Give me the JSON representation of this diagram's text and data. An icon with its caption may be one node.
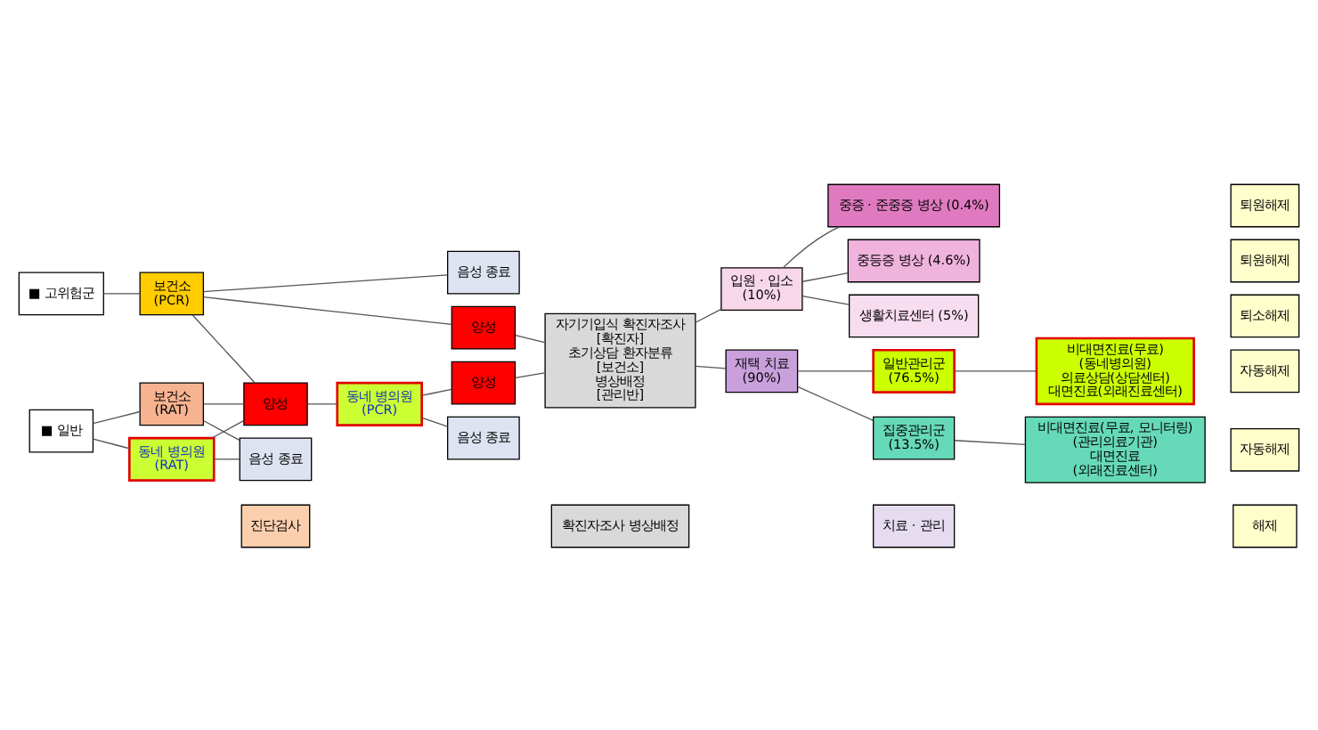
{
  "diagram": {
    "nodes": [
      {
        "text": [
          "진단검사"
        ]
      },
      {
        "text": [
          "확진자조사 병상배정"
        ]
      },
      {
        "text": [
          "치료 · 관리"
        ]
      },
      {
        "text": [
          "해제"
        ]
      },
      {
        "text": [
          "■ 고위험군"
        ]
      },
      {
        "text": [
          "■ 일반"
        ]
      },
      {
        "text": [
          "보건소",
          "(PCR)"
        ]
      },
      {
        "text": [
          "보건소",
          "(RAT)"
        ]
      },
      {
        "text": [
          "동네 병의원",
          "(RAT)"
        ]
      },
      {
        "text": [
          "양성"
        ]
      },
      {
        "text": [
          "음성 종료"
        ]
      },
      {
        "text": [
          "양성"
        ]
      },
      {
        "text": [
          "양성"
        ]
      },
      {
        "text": [
          "음성 종료"
        ]
      },
      {
        "text": [
          "동네 병의원",
          "(PCR)"
        ]
      },
      {
        "text": [
          "음성 종료"
        ]
      },
      {
        "text": [
          "자기기입식 확진자조사",
          "[확진자]",
          "초기상담 환자분류",
          "[보건소]",
          "병상배정",
          "[관리반]"
        ]
      },
      {
        "text": [
          "입원 · 입소",
          "(10%)"
        ]
      },
      {
        "text": [
          "재택 치료",
          "(90%)"
        ]
      },
      {
        "text": [
          "중증 · 준중증 병상 (0.4%)"
        ]
      },
      {
        "text": [
          "중등증 병상 (4.6%)"
        ]
      },
      {
        "text": [
          "생활치료센터 (5%)"
        ]
      },
      {
        "text": [
          "집중관리군",
          "(13.5%)"
        ]
      },
      {
        "text": [
          "비대면진료(무료, 모니터링)",
          "(관리의료기관)",
          "대면진료",
          "(외래진료센터)"
        ]
      },
      {
        "text": [
          "일반관리군",
          "(76.5%)"
        ]
      },
      {
        "text": [
          "비대면진료(무료)",
          "(동네병의원)",
          "의료상담(상담센터)",
          "대면진료(외래진료센터)"
        ]
      },
      {
        "text": [
          "퇴원해제"
        ]
      },
      {
        "text": [
          "퇴원해제"
        ]
      },
      {
        "text": [
          "퇴소해제"
        ]
      },
      {
        "text": [
          "자동해제"
        ]
      },
      {
        "text": [
          "자동해제"
        ]
      }
    ],
    "edges": [
      {
        "from": 4,
        "to": 6,
        "arrow": "none"
      },
      {
        "from": 5,
        "to": 7,
        "arrow": "none"
      },
      {
        "from": 5,
        "to": 8,
        "arrow": "none"
      },
      {
        "from": 6,
        "to": 10,
        "arrow": "none"
      },
      {
        "from": 6,
        "to": 11,
        "arrow": "none"
      },
      {
        "from": 9,
        "to": 6,
        "arrow": "none"
      },
      {
        "from": 7,
        "to": 9,
        "arrow": "none"
      },
      {
        "from": 7,
        "to": 13,
        "arrow": "none"
      },
      {
        "from": 8,
        "to": 9,
        "arrow": "none"
      },
      {
        "from": 8,
        "to": 13,
        "arrow": "none"
      },
      {
        "from": 9,
        "to": 14,
        "arrow": "none"
      },
      {
        "from": 14,
        "to": 12,
        "arrow": "none"
      },
      {
        "from": 14,
        "to": 15,
        "arrow": "none"
      },
      {
        "from": 11,
        "to": 16,
        "arrow": "none"
      },
      {
        "from": 12,
        "to": 16,
        "arrow": "none"
      },
      {
        "from": 16,
        "to": 17,
        "arrow": "none"
      },
      {
        "from": 16,
        "to": 18,
        "arrow": "none"
      },
      {
        "from": 17,
        "to": 19,
        "arrow": "none"
      },
      {
        "from": 17,
        "to": 20,
        "arrow": "none"
      },
      {
        "from": 17,
        "to": 21,
        "arrow": "none"
      },
      {
        "from": 18,
        "to": 22,
        "arrow": "none"
      },
      {
        "from": 18,
        "to": 24,
        "arrow": "none"
      },
      {
        "from": 22,
        "to": 23,
        "arrow": "none"
      },
      {
        "from": 24,
        "to": 25,
        "arrow": "none"
      }
    ]
  }
}
